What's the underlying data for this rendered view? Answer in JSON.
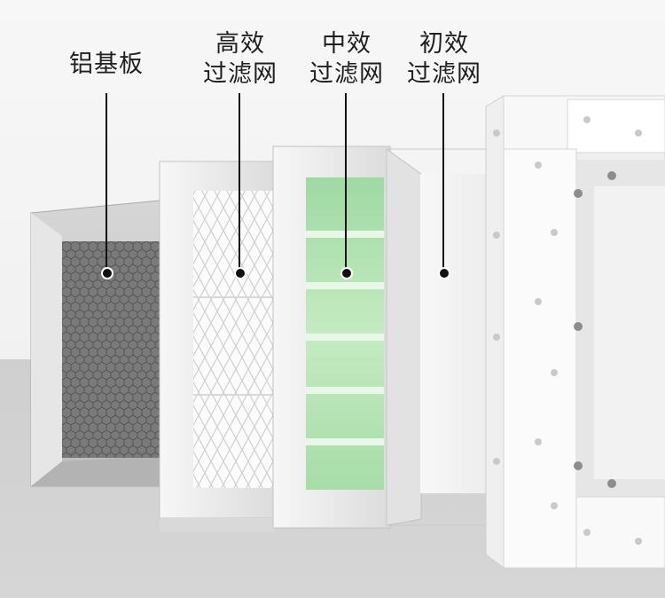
{
  "labels": {
    "aluminum": "铝基板",
    "hepa_line1": "高效",
    "hepa_line2": "过滤网",
    "medium_line1": "中效",
    "medium_line2": "过滤网",
    "primary_line1": "初效",
    "primary_line2": "过滤网"
  },
  "colors": {
    "frame": "#e9e9e9",
    "mesh": "#6f6f6f",
    "green_media": "#b6e6b3",
    "leader": "#111111"
  }
}
